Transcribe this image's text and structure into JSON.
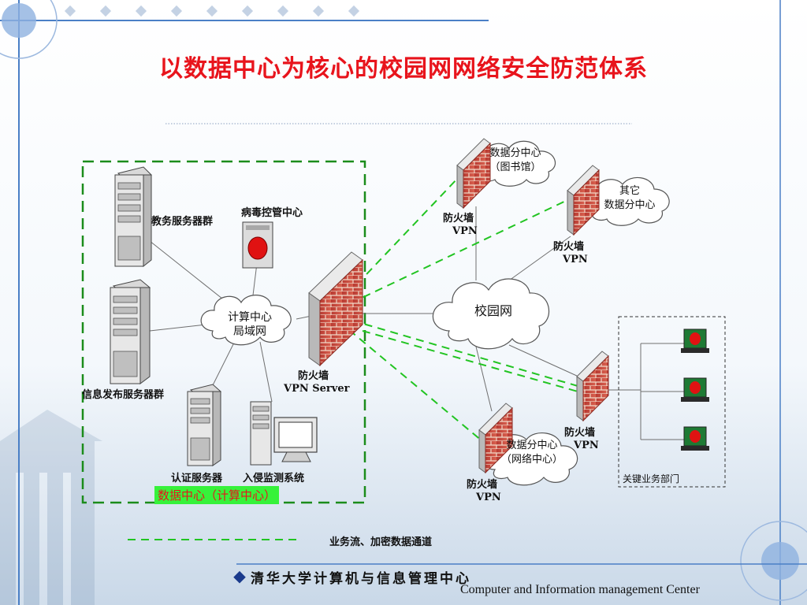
{
  "title": "以数据中心为核心的校园网网络安全防范体系",
  "colors": {
    "title_red": "#e8141c",
    "dash_green": "#1db41d",
    "brick": "#c9473e",
    "frame_blue": "#4a7fc6",
    "label_green_bg": "#36f23a"
  },
  "data_center": {
    "label": "数据中心（计算中心）",
    "lan_cloud": "计算中心\n局域网",
    "servers": {
      "academic": "教务服务器群",
      "info_publish": "信息发布服务器群",
      "auth": "认证服务器",
      "ids": "入侵监测系统",
      "antivirus": "病毒控管中心"
    },
    "main_firewall": {
      "line1": "防火墙",
      "line2": "VPN Server"
    }
  },
  "campus_cloud": "校园网",
  "branches": {
    "library": {
      "cloud": "数据分中心\n（图书馆）",
      "fw1": "防火墙",
      "fw2": "VPN"
    },
    "other": {
      "cloud": "其它\n数据分中心",
      "fw1": "防火墙",
      "fw2": "VPN"
    },
    "network": {
      "cloud": "数据分中心\n（网络中心）",
      "fw1": "防火墙",
      "fw2": "VPN"
    },
    "key_dept": {
      "fw1": "防火墙",
      "fw2": "VPN",
      "box_label": "关键业务部门"
    }
  },
  "legend": "业务流、加密数据通道",
  "footer": {
    "cn": "清华大学计算机与信息管理中心",
    "en": "Computer and Information management Center"
  }
}
